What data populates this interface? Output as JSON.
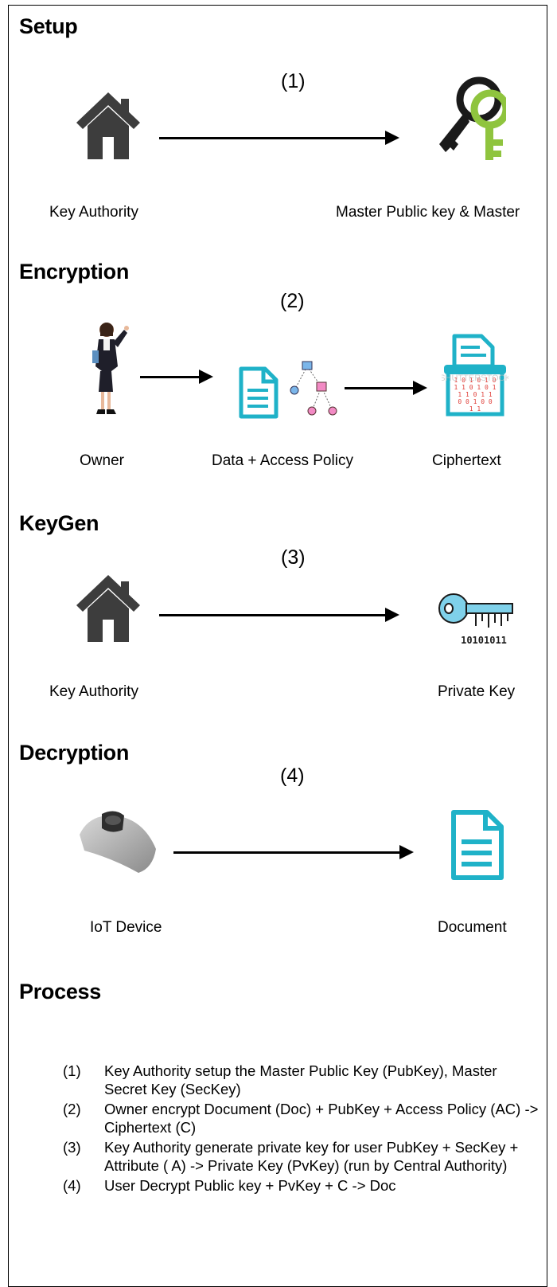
{
  "sections": {
    "setup": {
      "title": "Setup",
      "step": "(1)",
      "from_label": "Key Authority",
      "to_label": "Master Public key & Master",
      "icons": [
        "house-icon",
        "keys-icon"
      ]
    },
    "encryption": {
      "title": "Encryption",
      "step": "(2)",
      "owner_label": "Owner",
      "data_label": "Data + Access Policy",
      "cipher_label": "Ciphertext",
      "cipher_watermark": "SHUTTERSTOCK",
      "icons": [
        "businesswoman-icon",
        "document-icon",
        "policy-tree-icon",
        "ciphertext-printer-icon"
      ]
    },
    "keygen": {
      "title": "KeyGen",
      "step": "(3)",
      "from_label": "Key Authority",
      "to_label": "Private Key",
      "key_bits": "10101011",
      "icons": [
        "house-icon",
        "binary-key-icon"
      ]
    },
    "decryption": {
      "title": "Decryption",
      "step": "(4)",
      "from_label": "IoT Device",
      "to_label": "Document",
      "icons": [
        "wearable-device-icon",
        "document-icon"
      ]
    }
  },
  "process": {
    "title": "Process",
    "steps": [
      {
        "num": "(1)",
        "text": "Key Authority setup the Master Public Key (PubKey), Master Secret Key (SecKey)"
      },
      {
        "num": "(2)",
        "text": "Owner encrypt Document (Doc) + PubKey + Access Policy (AC) -> Ciphertext (C)"
      },
      {
        "num": "(3)",
        "text": "Key Authority generate private key for user  PubKey + SecKey + Attribute ( A) -> Private Key (PvKey) (run by Central Authority)"
      },
      {
        "num": "(4)",
        "text": "User Decrypt Public key + PvKey + C -> Doc"
      }
    ]
  },
  "colors": {
    "house": "#3d3d3d",
    "doc": "#1fb2c8",
    "key_green": "#8fc43e",
    "key_blue": "#7fd1ea",
    "cipher_red": "#e0403a"
  }
}
